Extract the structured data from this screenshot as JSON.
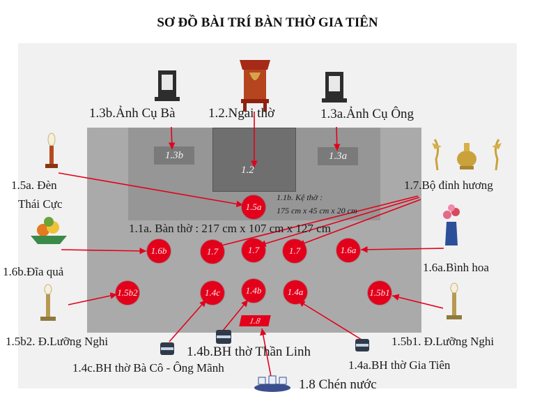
{
  "title": "SƠ ĐỒ BÀI TRÍ BÀN THỜ GIA TIÊN",
  "slots": {
    "s13b": "1.3b",
    "s13a": "1.3a",
    "s12": "1.2"
  },
  "dots": {
    "d15a": "1.5a",
    "d16b": "1.6b",
    "d17_1": "1.7",
    "d17_2": "1.7",
    "d17_3": "1.7",
    "d16a": "1.6a",
    "d15b2": "1.5b2",
    "d14c": "1.4c",
    "d14b": "1.4b",
    "d14a": "1.4a",
    "d15b1": "1.5b1",
    "d18": "1.8"
  },
  "labels": {
    "l13b": "1.3b.Ảnh Cụ Bà",
    "l12": "1.2.Ngai thờ",
    "l13a": "1.3a.Ảnh Cụ Ông",
    "l15a_1": "1.5a. Đèn",
    "l15a_2": "Thái Cực",
    "l11b_1": "1.1b. Kệ thờ :",
    "l11b_2": "175 cm x 45 cm x 20 cm",
    "l17": "1.7.Bộ đỉnh hương",
    "l11a": "1.1a. Bàn thờ : 217 cm x 107 cm x 127 cm",
    "l16b": "1.6b.Đĩa quả",
    "l16a": "1.6a.Bình hoa",
    "l15b2": "1.5b2. Đ.Lưỡng Nghi",
    "l15b1": "1.5b1. Đ.Lưỡng Nghi",
    "l14b": "1.4b.BH thờ Thần Linh",
    "l14c": "1.4c.BH thờ Bà Cô - Ông Mãnh",
    "l14a": "1.4a.BH thờ  Gia Tiên",
    "l18": "1.8 Chén nước"
  },
  "colors": {
    "marker": "#e3001b",
    "table": "#aaaaaa",
    "shelf": "#969696",
    "ngai": "#6f6f6f"
  },
  "icons": [
    "portrait-frame-icon",
    "throne-icon",
    "lamp-icon",
    "bird-icon",
    "censer-icon",
    "fruit-plate-icon",
    "flower-vase-icon",
    "candlestick-icon",
    "incense-bowl-icon",
    "water-cups-icon"
  ]
}
